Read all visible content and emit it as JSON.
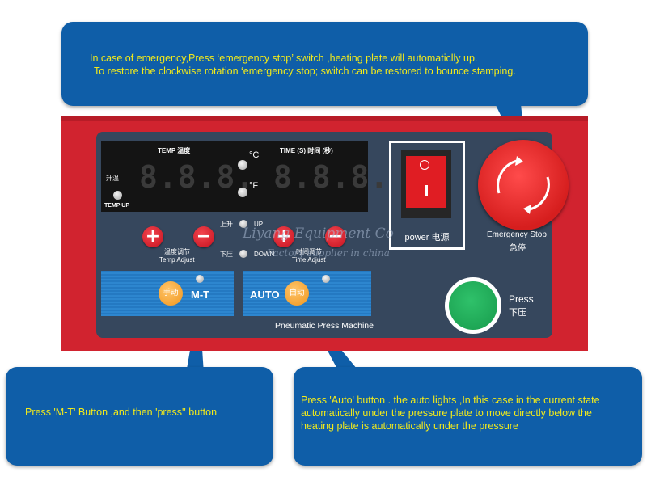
{
  "callouts": {
    "emergency_line1": "In case of emergency,Press ‘emergency stop’  switch ,heating plate will automaticlly up.",
    "emergency_line2": "To restore the clockwise rotation ‘emergency stop; switch can be restored to bounce stamping.",
    "mt_text": "Press 'M-T' Button ,and then 'press'' button",
    "auto_line1": "Press 'Auto' button . the auto lights ,In this case in the current state",
    "auto_line2": "automatically under the pressure plate to move directly below the",
    "auto_line3": "heating plate is automatically under the pressure"
  },
  "panel": {
    "temp_title": "TEMP 温度",
    "time_title": "TIME (S)  时间 (秒)",
    "temp_digits": "8.8.8.",
    "time_digits": "8.8.8.",
    "temp_up_cn": "升温",
    "temp_up_en": "TEMP UP",
    "unit_c": "°C",
    "unit_f": "°F",
    "up_cn": "上升",
    "up_en": "UP",
    "down_cn": "下压",
    "down_en": "DOWN",
    "temp_adjust_cn": "温度调节",
    "temp_adjust_en": "Temp Adjust",
    "time_adjust_cn": "时间调节",
    "time_adjust_en": "Time Adjust",
    "plus": "+",
    "minus": "−",
    "manual_cn": "手动",
    "mt_label": "M-T",
    "auto_label": "AUTO",
    "auto_cn": "自动",
    "machine_name": "Pneumatic Press Machine",
    "power_label": "power  电源",
    "estop_en": "Emergency Stop",
    "estop_cn": "急停",
    "press_en": "Press",
    "press_cn": "下压"
  },
  "watermark": {
    "line1": "Liyang Equipment Co",
    "line2": "Factory supplier in china"
  },
  "colors": {
    "callout_bg": "#0f5ea8",
    "callout_text": "#f3ea1a",
    "frame_red": "#d1232f",
    "panel_gray": "#36475d"
  }
}
